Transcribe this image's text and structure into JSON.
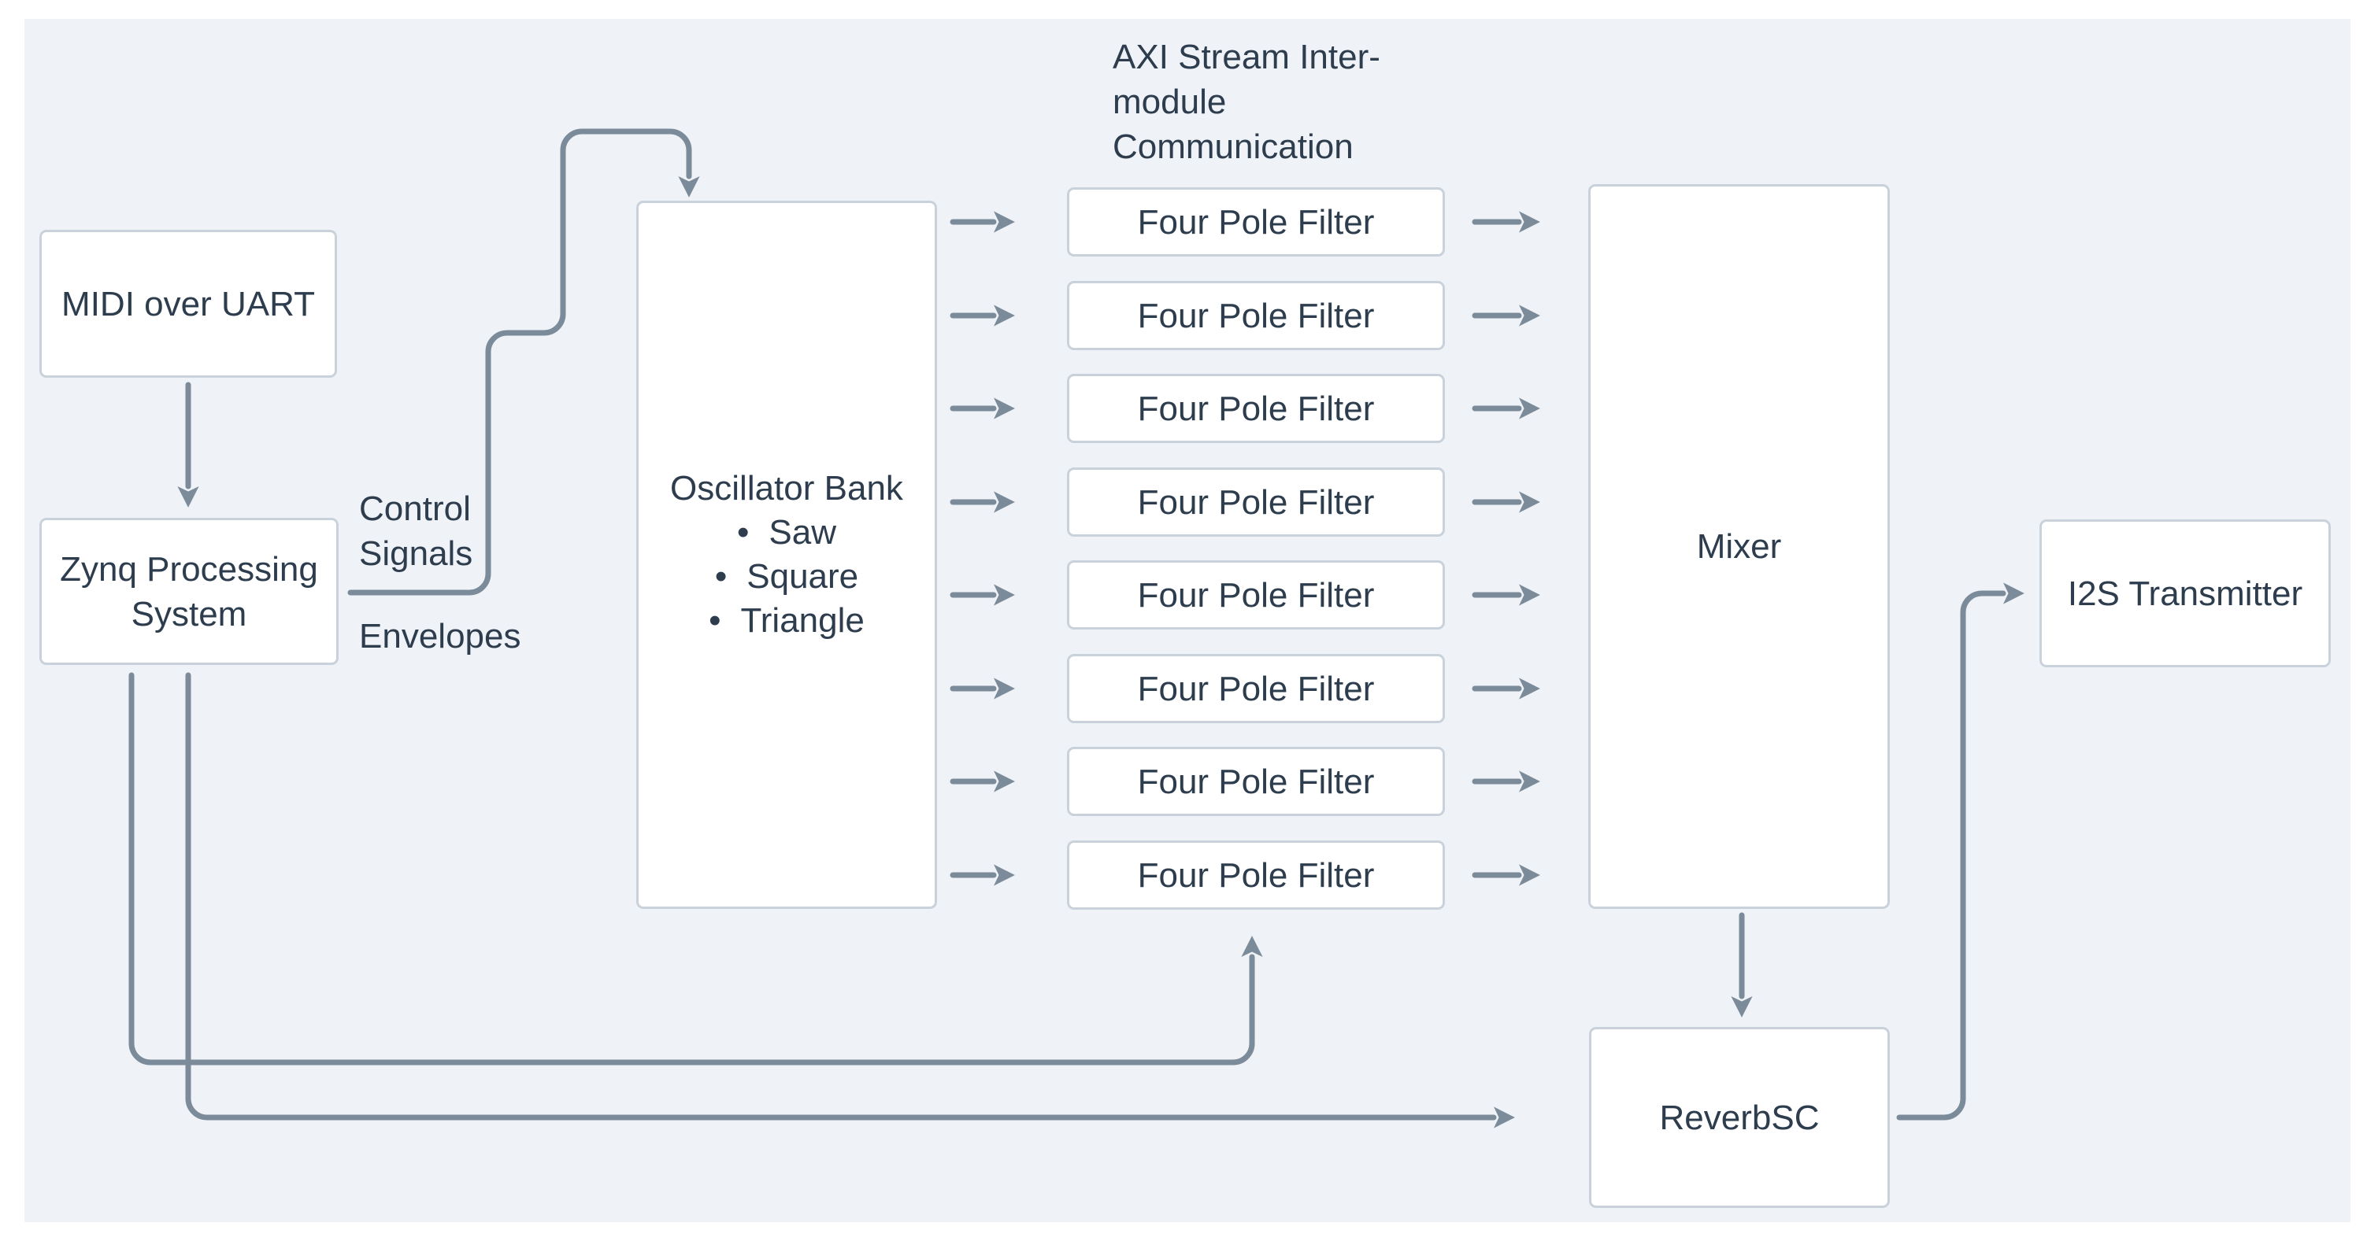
{
  "theme": {
    "bg": "#eff2f6",
    "box": "#ffffff",
    "border": "#c9d2db",
    "wire": "#7b8b9a",
    "text": "#2d3d4e"
  },
  "title": {
    "text": "AXI Stream Inter-module Communication"
  },
  "labels": {
    "control_signals": "Control Signals",
    "envelopes": "Envelopes"
  },
  "nodes": {
    "midi": {
      "label": "MIDI over UART"
    },
    "zynq": {
      "label": "Zynq Processing System"
    },
    "oscillator": {
      "title": "Oscillator Bank",
      "items": [
        "Saw",
        "Square",
        "Triangle"
      ]
    },
    "filter": {
      "label": "Four Pole Filter",
      "count": 8
    },
    "mixer": {
      "label": "Mixer"
    },
    "reverb": {
      "label": "ReverbSC"
    },
    "i2s": {
      "label": "I2S Transmitter"
    }
  }
}
